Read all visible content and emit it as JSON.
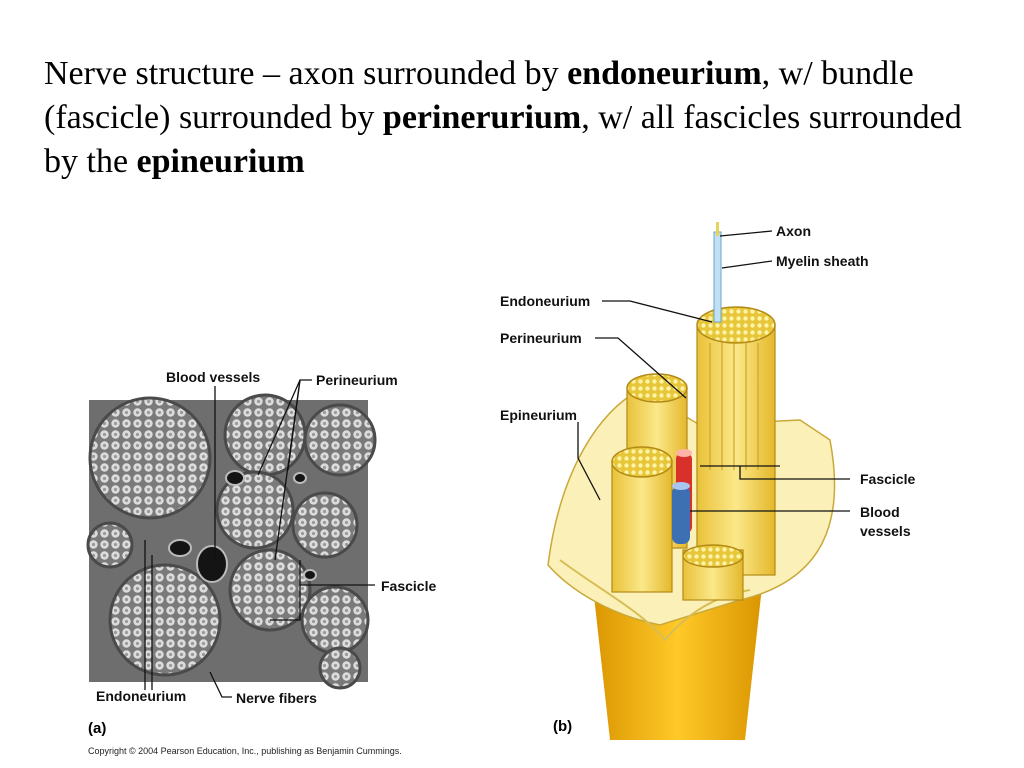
{
  "slide": {
    "title_parts": [
      {
        "text": "Nerve structure – axon surrounded by ",
        "bold": false
      },
      {
        "text": "endoneurium",
        "bold": true
      },
      {
        "text": ", w/ bundle (fascicle) surrounded by ",
        "bold": false
      },
      {
        "text": "perinerurium",
        "bold": true
      },
      {
        "text": ", w/ all fascicles surrounded by the ",
        "bold": false
      },
      {
        "text": "epineurium",
        "bold": true
      }
    ]
  },
  "panel_a": {
    "tag": "(a)",
    "labels": {
      "blood_vessels": "Blood vessels",
      "perineurium": "Perineurium",
      "fascicle": "Fascicle",
      "endoneurium": "Endoneurium",
      "nerve_fibers": "Nerve fibers"
    },
    "colors": {
      "micrograph_bg": "#6e6e6e",
      "fiber": "#d9d9d9",
      "vessel": "#141414"
    }
  },
  "panel_b": {
    "tag": "(b)",
    "labels": {
      "axon": "Axon",
      "myelin_sheath": "Myelin sheath",
      "endoneurium": "Endoneurium",
      "perineurium": "Perineurium",
      "epineurium": "Epineurium",
      "fascicle": "Fascicle",
      "blood_vessels_line1": "Blood",
      "blood_vessels_line2": "vessels"
    },
    "colors": {
      "nerve": "#f2b900",
      "fascicle": "#f7df5a",
      "epineurium": "#fbf0b8",
      "artery": "#d8312b",
      "vein": "#3d6fb3"
    }
  },
  "copyright": "Copyright © 2004 Pearson Education, Inc., publishing as Benjamin Cummings."
}
